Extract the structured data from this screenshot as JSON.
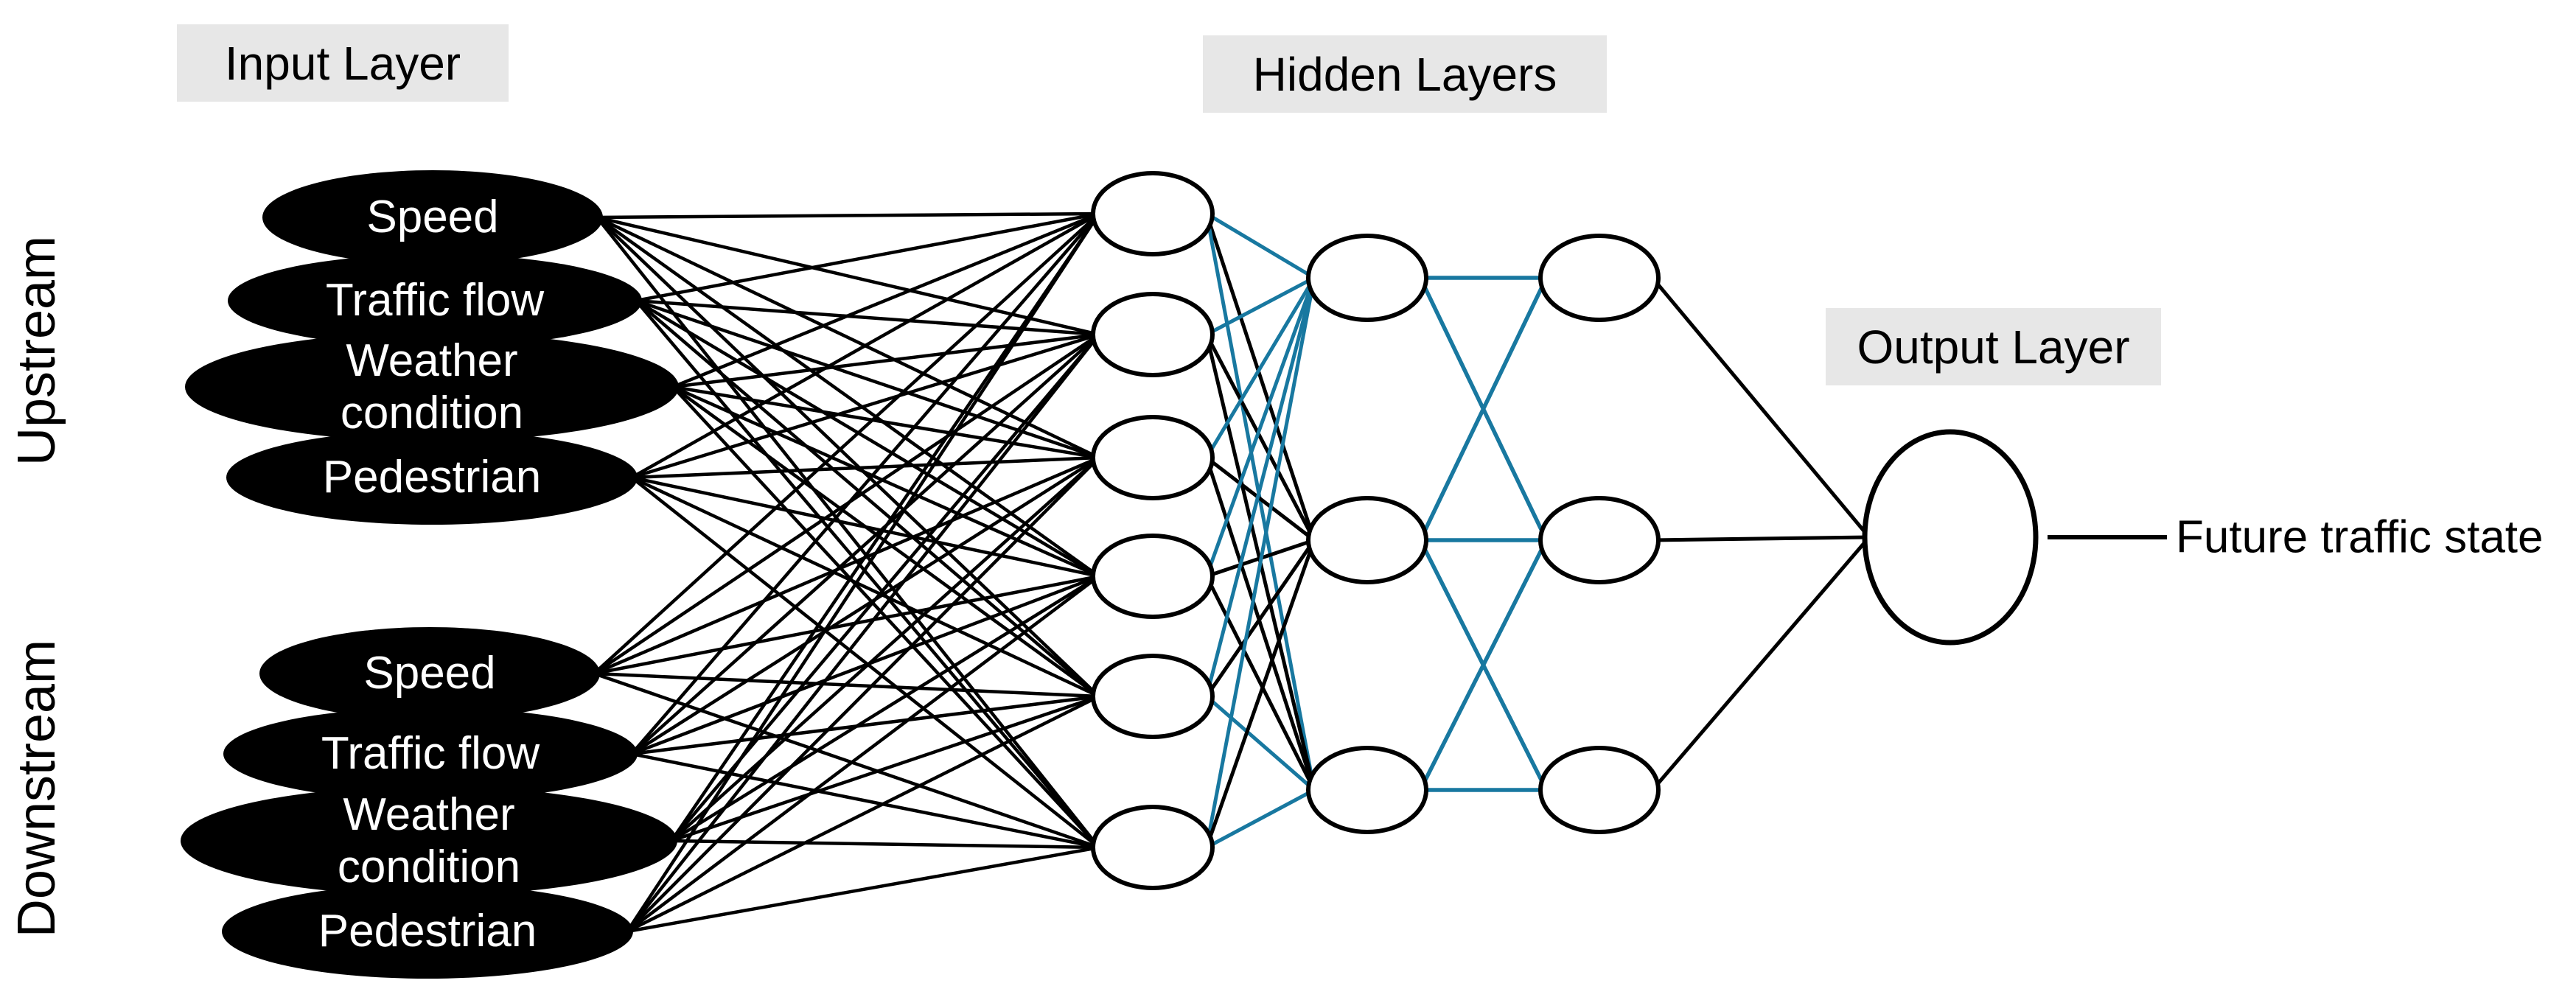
{
  "layer_labels": {
    "input": "Input Layer",
    "hidden": "Hidden Layers",
    "output": "Output Layer"
  },
  "group_labels": {
    "upstream": "Upstream",
    "downstream": "Downstream"
  },
  "output_annotation": "Future traffic state",
  "input_nodes": {
    "upstream": [
      "Speed",
      "Traffic flow",
      "Weather condition",
      "Pedestrian"
    ],
    "downstream": [
      "Speed",
      "Traffic flow",
      "Weather condition",
      "Pedestrian"
    ]
  },
  "network_structure": {
    "input_count": 8,
    "hidden_layer_sizes": [
      6,
      3,
      3
    ],
    "output_count": 1
  },
  "colors": {
    "edge": "#000000",
    "edge_highlight": "#1878a0",
    "node_fill": "#ffffff",
    "node_stroke": "#000000",
    "input_node_fill": "#000000",
    "input_node_text": "#ffffff",
    "label_background": "#e7e7e7",
    "text": "#000000",
    "background": "#ffffff"
  }
}
